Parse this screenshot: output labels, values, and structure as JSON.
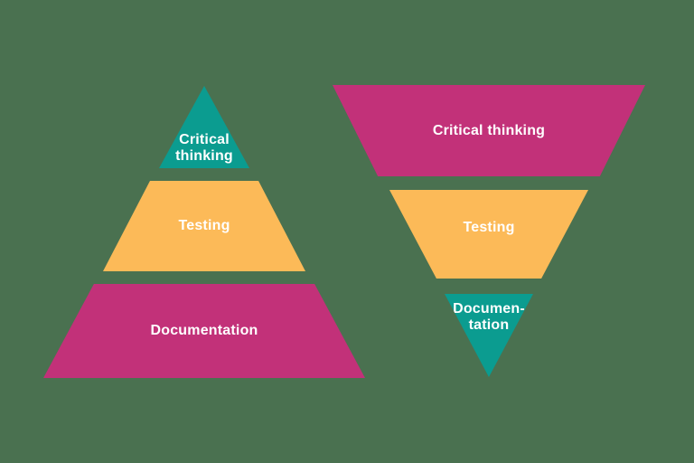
{
  "canvas": {
    "background": "#4a7150"
  },
  "text_color": "#ffffff",
  "left_pyramid": {
    "orientation": "upright",
    "levels": [
      {
        "label": "Critical\nthinking",
        "color": "#0b9c90"
      },
      {
        "label": "Testing",
        "color": "#fcba58"
      },
      {
        "label": "Documentation",
        "color": "#c23179"
      }
    ]
  },
  "right_pyramid": {
    "orientation": "inverted",
    "levels": [
      {
        "label": "Critical thinking",
        "color": "#c23179"
      },
      {
        "label": "Testing",
        "color": "#fcba58"
      },
      {
        "label": "Documen-\ntation",
        "color": "#0b9c90"
      }
    ]
  }
}
